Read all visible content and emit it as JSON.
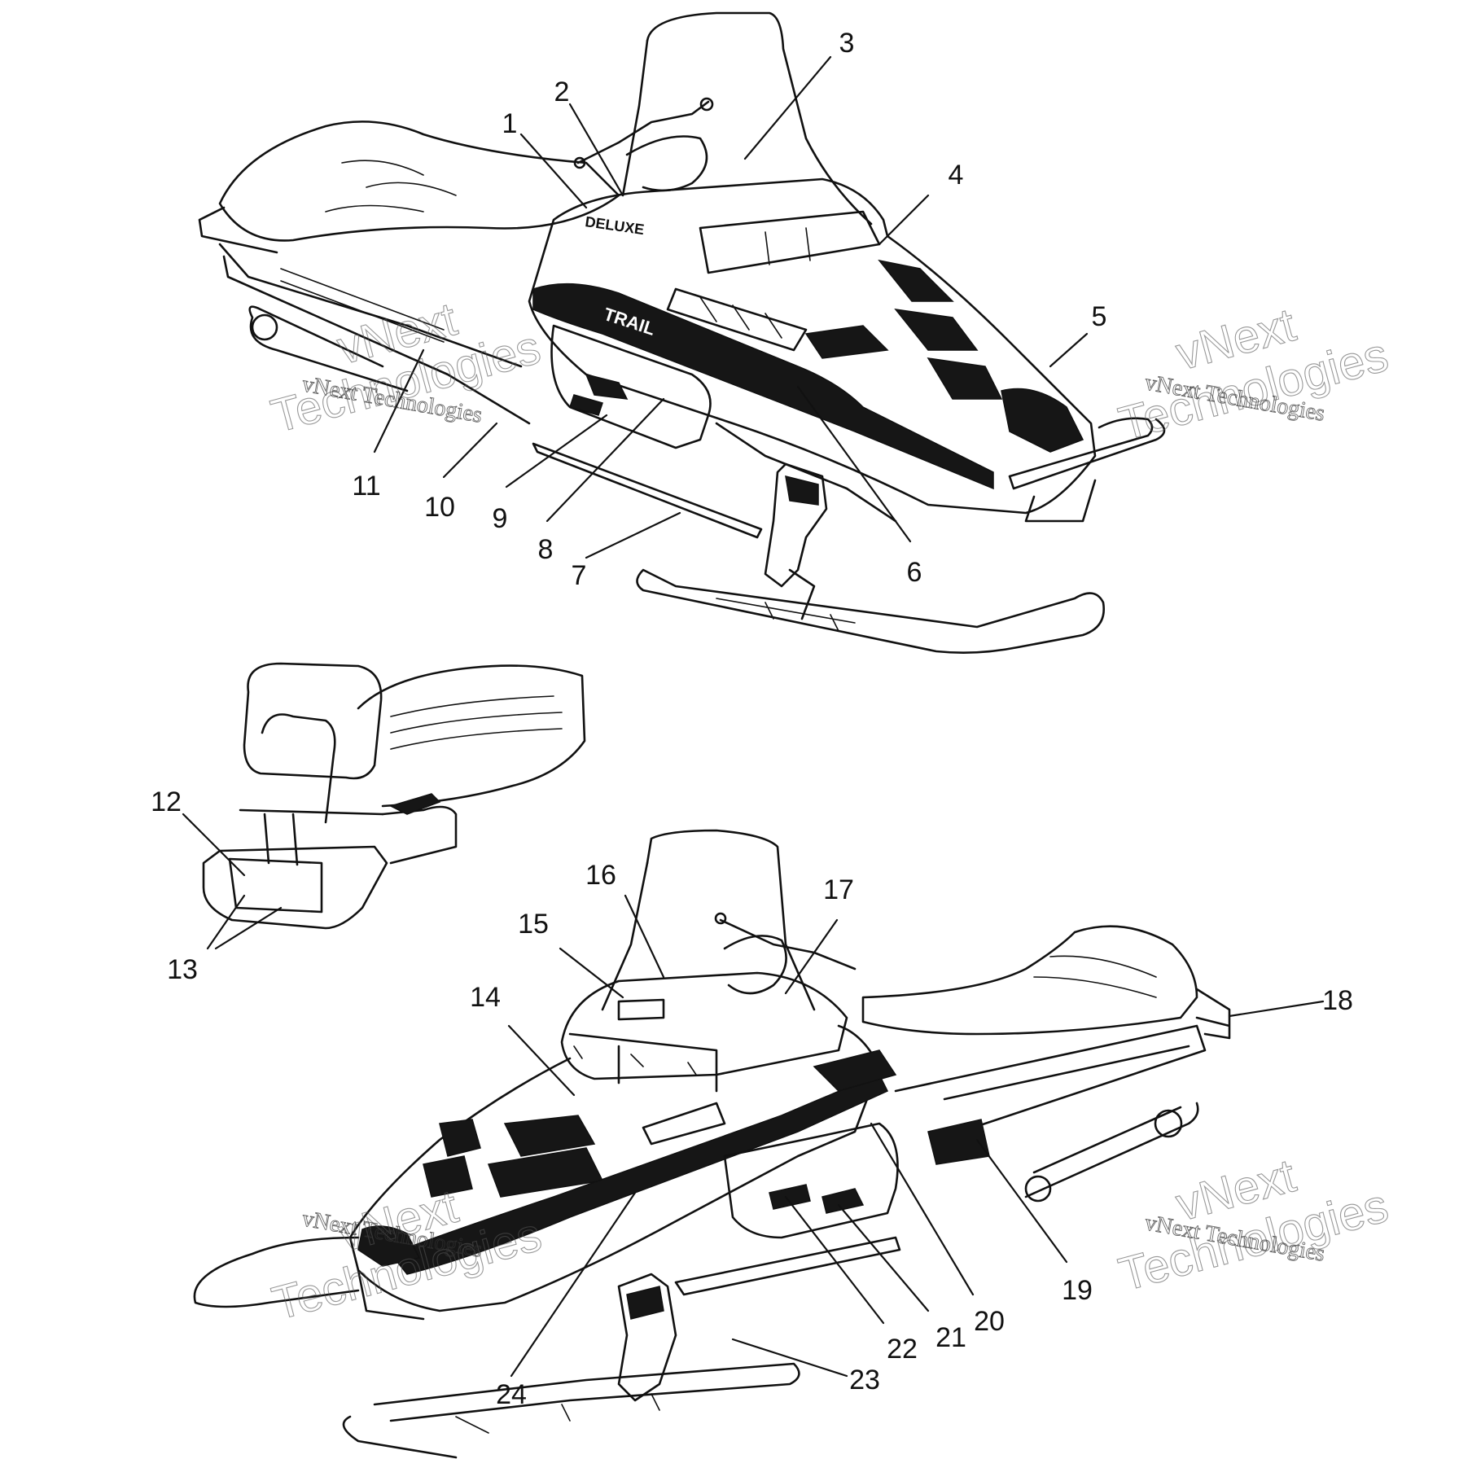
{
  "callouts": [
    {
      "id": "1",
      "label": "1"
    },
    {
      "id": "2",
      "label": "2"
    },
    {
      "id": "3",
      "label": "3"
    },
    {
      "id": "4",
      "label": "4"
    },
    {
      "id": "5",
      "label": "5"
    },
    {
      "id": "6",
      "label": "6"
    },
    {
      "id": "7",
      "label": "7"
    },
    {
      "id": "8",
      "label": "8"
    },
    {
      "id": "9",
      "label": "9"
    },
    {
      "id": "10",
      "label": "10"
    },
    {
      "id": "11",
      "label": "11"
    },
    {
      "id": "12",
      "label": "12"
    },
    {
      "id": "13",
      "label": "13"
    },
    {
      "id": "14",
      "label": "14"
    },
    {
      "id": "15",
      "label": "15"
    },
    {
      "id": "16",
      "label": "16"
    },
    {
      "id": "17",
      "label": "17"
    },
    {
      "id": "18",
      "label": "18"
    },
    {
      "id": "19",
      "label": "19"
    },
    {
      "id": "20",
      "label": "20"
    },
    {
      "id": "21",
      "label": "21"
    },
    {
      "id": "22",
      "label": "22"
    },
    {
      "id": "23",
      "label": "23"
    },
    {
      "id": "24",
      "label": "24"
    }
  ],
  "watermark": {
    "line1": "vNext",
    "line2": "Technologies",
    "small": "vNext Technologies"
  },
  "decals": {
    "hood_top": "DELUXE",
    "side_panel": "TRAIL"
  }
}
